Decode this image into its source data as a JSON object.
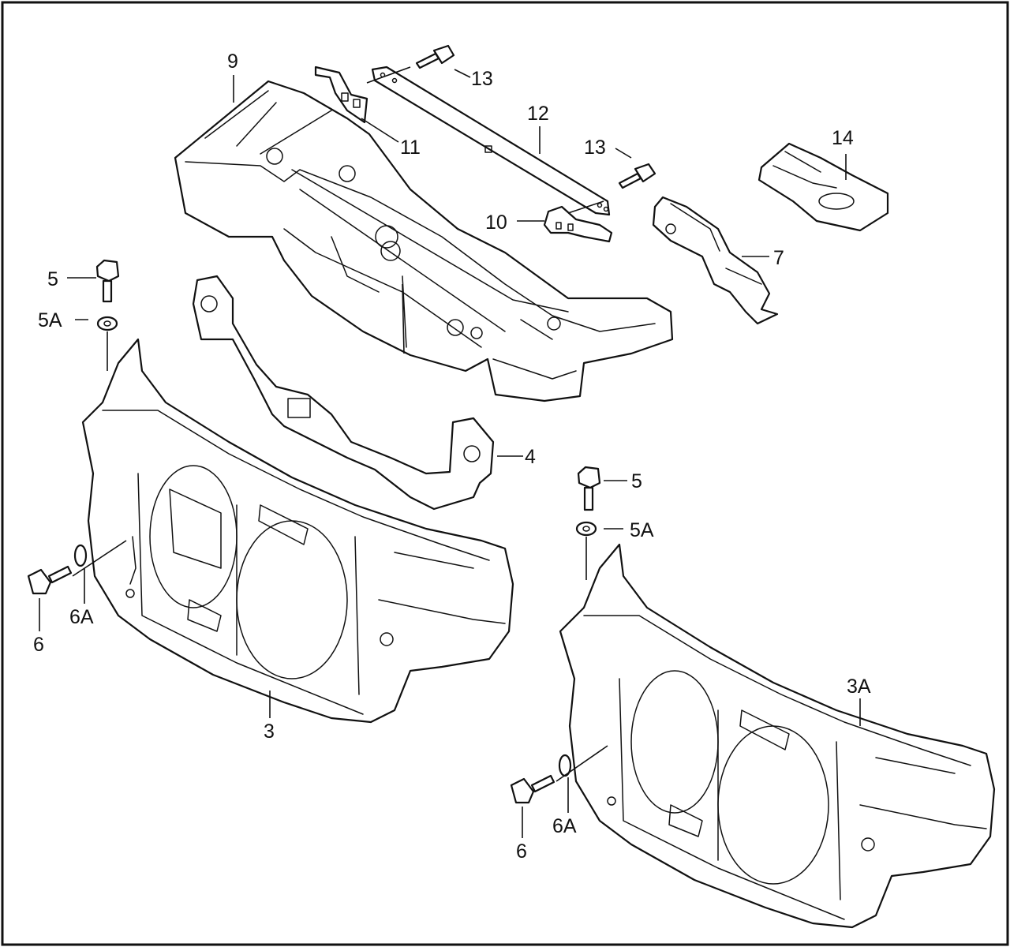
{
  "parts": [
    {
      "id": "p9",
      "label": "9"
    },
    {
      "id": "p13a",
      "label": "13"
    },
    {
      "id": "p11",
      "label": "11"
    },
    {
      "id": "p12",
      "label": "12"
    },
    {
      "id": "p13b",
      "label": "13"
    },
    {
      "id": "p14",
      "label": "14"
    },
    {
      "id": "p10",
      "label": "10"
    },
    {
      "id": "p7",
      "label": "7"
    },
    {
      "id": "p5a",
      "label": "5"
    },
    {
      "id": "p5Aa",
      "label": "5A"
    },
    {
      "id": "p4",
      "label": "4"
    },
    {
      "id": "p5b",
      "label": "5"
    },
    {
      "id": "p5Ab",
      "label": "5A"
    },
    {
      "id": "p6Aa",
      "label": "6A"
    },
    {
      "id": "p6a",
      "label": "6"
    },
    {
      "id": "p3",
      "label": "3"
    },
    {
      "id": "p3A",
      "label": "3A"
    },
    {
      "id": "p6Ab",
      "label": "6A"
    },
    {
      "id": "p6b",
      "label": "6"
    }
  ]
}
